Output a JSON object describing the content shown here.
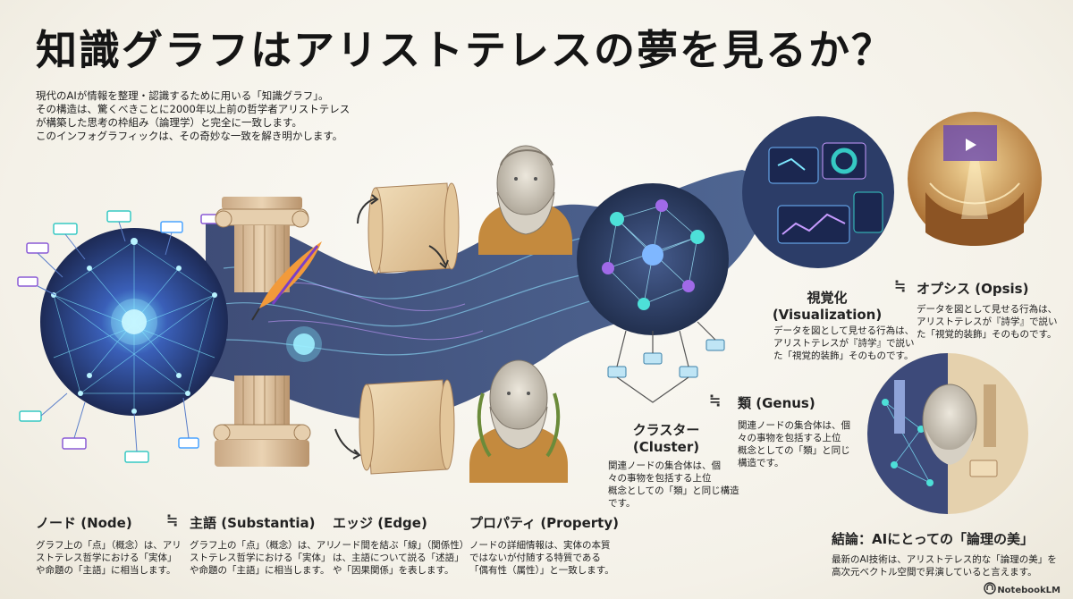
{
  "title": "知識グラフはアリストテレスの夢を見るか？",
  "intro": [
    "現代のAIが情報を整理・認識するために用いる「知識グラフ」。",
    "その構造は、驚くべきことに2000年以上前の哲学者アリストテレス",
    "が構築した思考の枠組み（論理学）と完全に一致します。",
    "このインフォグラフィックは、その奇妙な一致を解き明かします。"
  ],
  "approx_symbol": "≒",
  "node": {
    "heading": "ノード (Node)",
    "body": [
      "グラフ上の「点」（概念）は、アリ",
      "ストテレス哲学における「実体」",
      "や命題の「主語」に相当します。"
    ]
  },
  "substantia": {
    "heading": "主語 (Substantia)",
    "body": [
      "グラフ上の「点」（概念）は、アリ",
      "ストテレス哲学における「実体」",
      "や命題の「主語」に相当します。"
    ]
  },
  "edge": {
    "heading": "エッジ (Edge)",
    "body": [
      "ノード間を結ぶ「線」（関係性）",
      "は、主語について説る「述語」",
      "や「因果関係」を表します。"
    ]
  },
  "property": {
    "heading": "プロパティ (Property)",
    "body": [
      "ノードの詳細情報は、実体の本質",
      "ではないが付随する特質である",
      "「偶有性（属性）」と一致します。"
    ]
  },
  "cluster": {
    "heading": [
      "クラスター",
      "(Cluster)"
    ],
    "body": [
      "関連ノードの集合体は、個",
      "々の事物を包括する上位",
      "概念としての「類」と同じ構造",
      "です。"
    ]
  },
  "genus": {
    "heading": "類 (Genus)",
    "body": [
      "関連ノードの集合体は、個",
      "々の事物を包括する上位",
      "概念としての「類」と同じ",
      "構造です。"
    ]
  },
  "visualization": {
    "heading": [
      "視覚化",
      "(Visualization)"
    ],
    "body": [
      "データを図として見せる行為は、",
      "アリストテレスが『詩学』で説い",
      "た「視覚的装飾」そのものです。"
    ]
  },
  "opsis": {
    "heading": "オプシス (Opsis)",
    "body": [
      "データを図として見せる行為は、",
      "アリストテレスが『詩学』で説い",
      "た「視覚的装飾」そのものです。"
    ]
  },
  "conclusion": {
    "heading": "結論：AIにとっての「論理の美」",
    "body": [
      "最新のAI技術は、アリストテレス的な「論理の美」を",
      "高次元ベクトル空間で昇演していると言えます。"
    ]
  },
  "footer": "NotebookLM",
  "colors": {
    "ink": "#1e1e1e",
    "stream": "#2f3f66",
    "gold": "#d8b98a",
    "teal": "#36c9c4",
    "purple": "#8a5ad6"
  }
}
